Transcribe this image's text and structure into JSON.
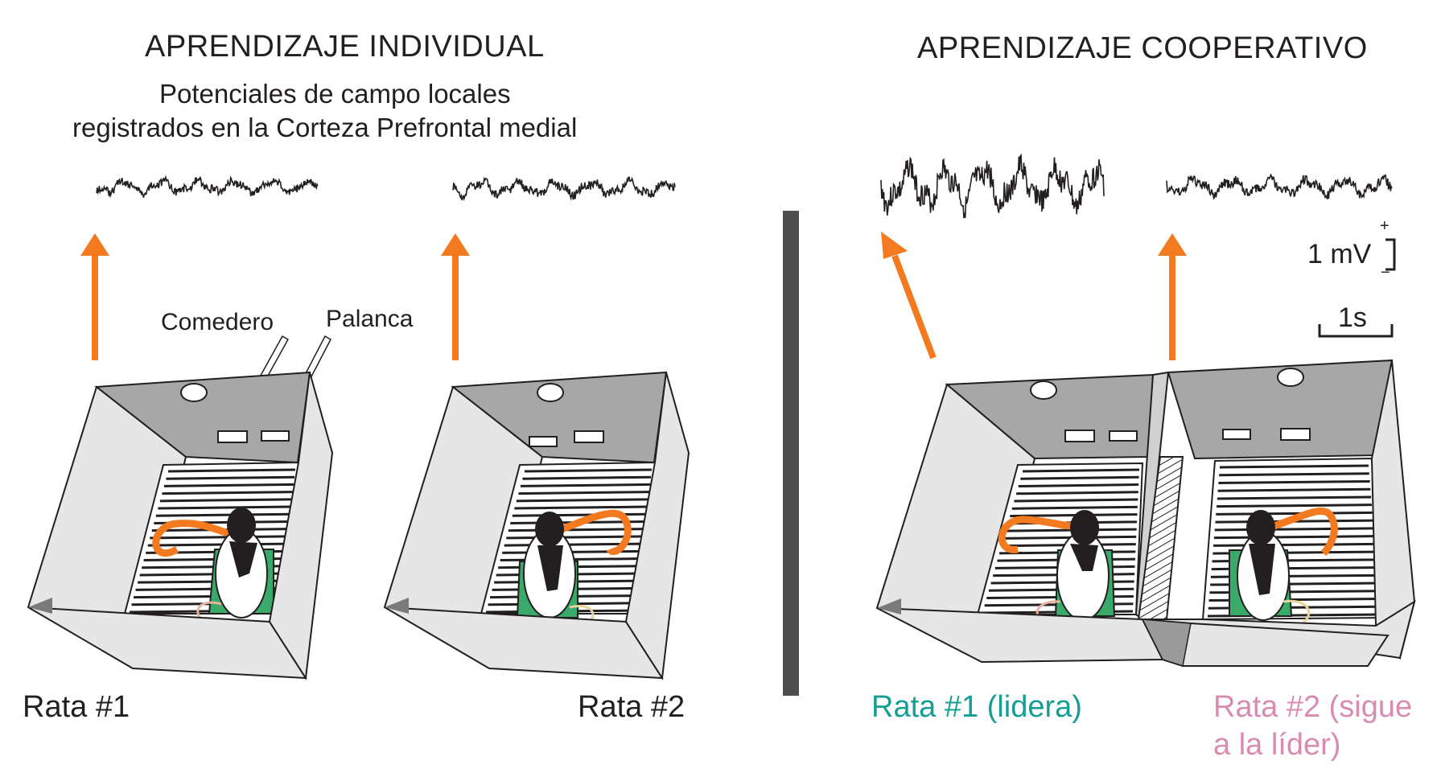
{
  "panels": {
    "individual": {
      "title": "APRENDIZAJE INDIVIDUAL",
      "subtitle_line1": "Potenciales de campo locales",
      "subtitle_line2": "registrados en la Corteza Prefrontal medial",
      "label_feeder": "Comedero",
      "label_lever": "Palanca",
      "rat1": "Rata #1",
      "rat2": "Rata #2"
    },
    "cooperative": {
      "title": "APRENDIZAJE COOPERATIVO",
      "rat1": "Rata #1 (lidera)",
      "rat2_line1": "Rata #2 (sigue",
      "rat2_line2": "a la líder)"
    }
  },
  "scale_bar": {
    "voltage": "1 mV",
    "time": "1s",
    "plus": "+",
    "minus": "−"
  },
  "colors": {
    "arrow": "#f47a20",
    "cable": "#f47a20",
    "leader": "#159e94",
    "follower": "#d98cb0",
    "divider": "#4d4d4d",
    "pad": "#3aaa6a",
    "box_wall": "#e6e6e6",
    "box_back": "#a7a7a7"
  }
}
